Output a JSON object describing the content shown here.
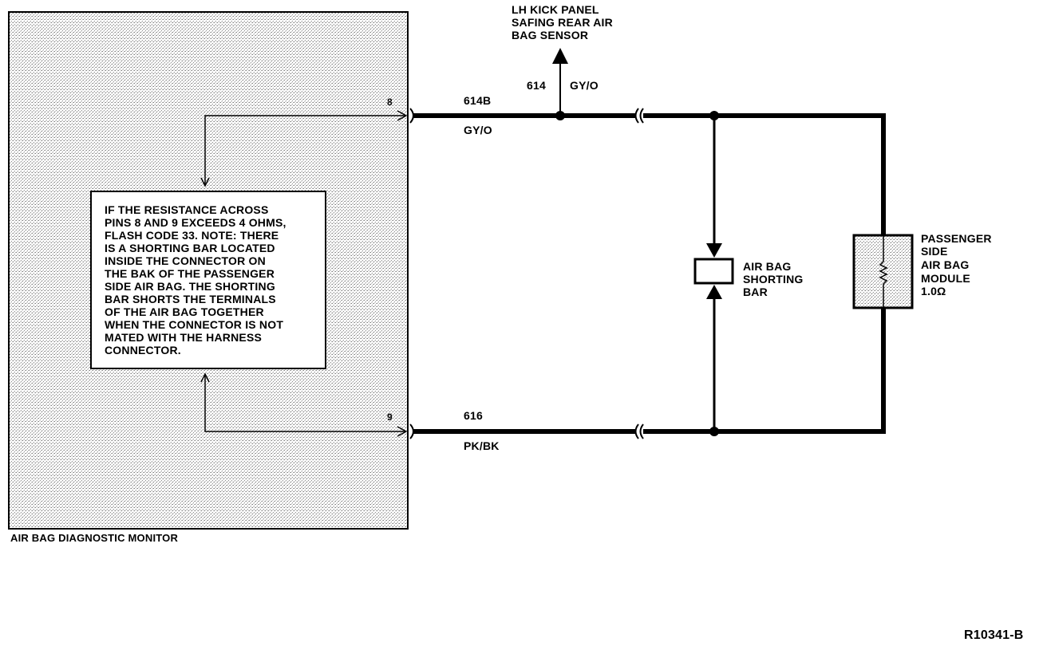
{
  "monitor_label": "AIR BAG DIAGNOSTIC MONITOR",
  "note_lines": [
    "IF THE RESISTANCE ACROSS",
    "PINS 8 AND 9 EXCEEDS 4 OHMS,",
    "FLASH CODE 33. NOTE: THERE",
    "IS A SHORTING BAR LOCATED",
    "INSIDE THE CONNECTOR ON",
    "THE BAK OF THE PASSENGER",
    "SIDE AIR BAG. THE SHORTING",
    "BAR SHORTS THE TERMINALS",
    "OF THE AIR BAG TOGETHER",
    "WHEN THE CONNECTOR IS NOT",
    "MATED WITH THE HARNESS",
    "CONNECTOR."
  ],
  "pins": {
    "top": "8",
    "bottom": "9"
  },
  "wires": {
    "top_circuit": "614B",
    "top_color": "GY/O",
    "branch_circuit": "614",
    "branch_color": "GY/O",
    "bottom_circuit": "616",
    "bottom_color": "PK/BK"
  },
  "sensor_label": [
    "LH KICK PANEL",
    "SAFING REAR AIR",
    "BAG SENSOR"
  ],
  "shorting_bar_label": [
    "AIR BAG",
    "SHORTING",
    "BAR"
  ],
  "module_label": [
    "PASSENGER",
    "SIDE",
    "AIR BAG",
    "MODULE",
    "1.0Ω"
  ],
  "figure_id": "R10341-B",
  "colors": {
    "line": "#000000",
    "stipple": "#8a8a8a",
    "background": "#ffffff"
  }
}
